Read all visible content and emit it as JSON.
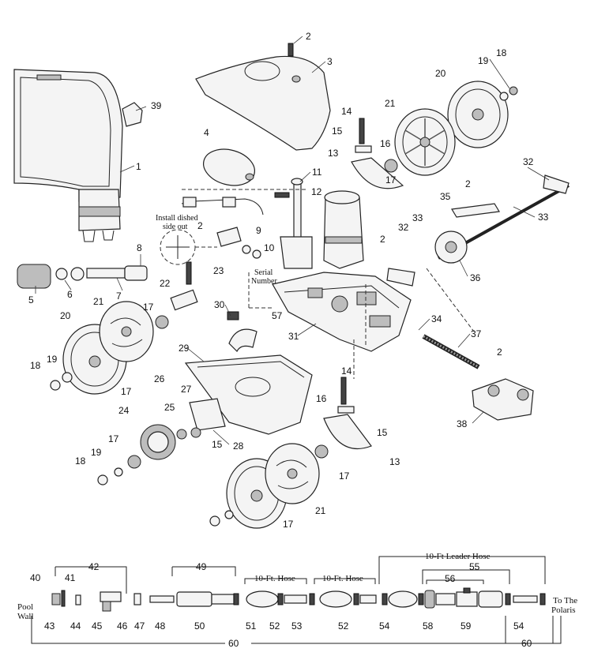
{
  "callouts": [
    "1",
    "2",
    "3",
    "4",
    "5",
    "6",
    "7",
    "8",
    "9",
    "10",
    "11",
    "12",
    "13",
    "14",
    "15",
    "16",
    "17",
    "18",
    "19",
    "20",
    "21",
    "22",
    "23",
    "24",
    "25",
    "26",
    "27",
    "28",
    "29",
    "30",
    "31",
    "32",
    "33",
    "34",
    "35",
    "36",
    "37",
    "38",
    "39",
    "57",
    "2",
    "2",
    "2",
    "2",
    "13",
    "14",
    "15",
    "16",
    "17",
    "17",
    "17",
    "17",
    "17",
    "18",
    "18",
    "19",
    "19",
    "20",
    "21",
    "21",
    "32",
    "33",
    "15",
    "58",
    "59",
    "60",
    "60",
    "40",
    "41",
    "42",
    "43",
    "44",
    "45",
    "46",
    "47",
    "48",
    "49",
    "50",
    "51",
    "52",
    "52",
    "53",
    "54",
    "54",
    "55",
    "56"
  ],
  "annotations": {
    "install_dished": "Install dished",
    "side_out": "side out",
    "serial": "Serial",
    "number": "Number"
  },
  "hose_labels": {
    "hose_10ft_a": "10-Ft. Hose",
    "hose_10ft_b": "10-Ft. Hose",
    "leader_hose": "10-Ft Leader Hose",
    "pool": "Pool",
    "wall": "Wall",
    "to_the": "To The",
    "polaris": "Polaris"
  }
}
